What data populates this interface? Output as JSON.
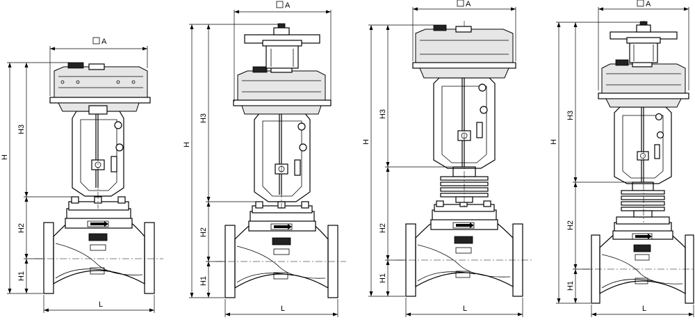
{
  "labels": {
    "overall_height": "H",
    "flange_height": "H1",
    "body_height": "H2",
    "actuator_height": "H3",
    "length": "L",
    "actuator_width": "A"
  },
  "colors": {
    "line": "#000000",
    "background": "#ffffff"
  },
  "icons": {
    "square_symbol": "square-icon",
    "flow_arrow": "flow-arrow-icon",
    "logo": "vvv-logo-icon"
  }
}
